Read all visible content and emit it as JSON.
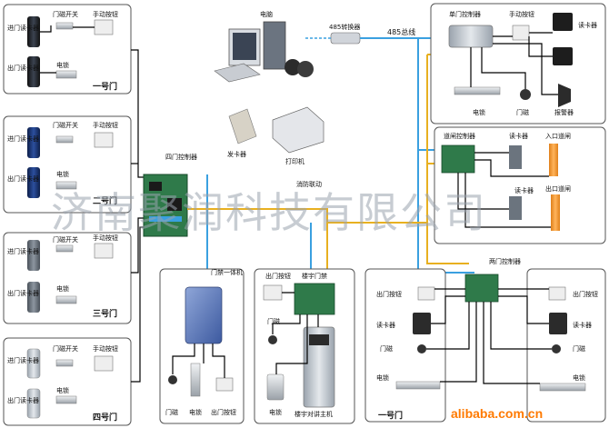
{
  "watermark": "济南聚润科技有限公司",
  "footer": "alibaba.com.cn",
  "bus_label": "485总线",
  "converter_label": "485转换器",
  "computer_label": "电脑",
  "card_issuer_label": "发卡器",
  "printer_label": "打印机",
  "fire_link_label": "消防联动",
  "four_door_controller": "四门控制器",
  "two_door_controller": "两门控制器",
  "access_all_in_one": "门禁一体机",
  "building_access": "楼宇门禁",
  "building_intercom_host": "楼宇对讲主机",
  "door_groups": [
    {
      "name": "一号门",
      "door_sensor": "门磁开关",
      "manual_button": "手动按钮",
      "in_reader": "进门读卡器",
      "out_reader": "出门读卡器",
      "lock": "电锁"
    },
    {
      "name": "二号门",
      "door_sensor": "门磁开关",
      "manual_button": "手动按钮",
      "in_reader": "进门读卡器",
      "out_reader": "出门读卡器",
      "lock": "电锁"
    },
    {
      "name": "三号门",
      "door_sensor": "门磁开关",
      "manual_button": "手动按钮",
      "in_reader": "进门读卡器",
      "out_reader": "出门读卡器",
      "lock": "电锁"
    },
    {
      "name": "四号门",
      "door_sensor": "门磁开关",
      "manual_button": "手动按钮",
      "in_reader": "进门读卡器",
      "out_reader": "出门读卡器",
      "lock": "电锁"
    }
  ],
  "single_door": {
    "controller": "单门控制器",
    "manual_button": "手动按钮",
    "reader": "读卡器",
    "lock": "电锁",
    "door_sensor": "门磁",
    "alarm": "报警器"
  },
  "gate": {
    "controller": "道闸控制器",
    "reader_in": "读卡器",
    "reader_out": "读卡器",
    "entry_gate": "入口道闸",
    "exit_gate": "出口道闸"
  },
  "all_in_one": {
    "door_sensor": "门磁",
    "lock": "电锁",
    "exit_button": "出门按钮"
  },
  "building": {
    "exit_button": "出门按钮",
    "door_sensor": "门磁",
    "lock": "电锁"
  },
  "two_door_group": {
    "door_label": "一号门",
    "exit_button_left": "出门按钮",
    "exit_button_right": "出门按钮",
    "reader_left": "读卡器",
    "reader_right": "读卡器",
    "door_sensor_left": "门磁",
    "door_sensor_right": "门磁",
    "lock_left": "电锁",
    "lock_right": "电锁"
  }
}
